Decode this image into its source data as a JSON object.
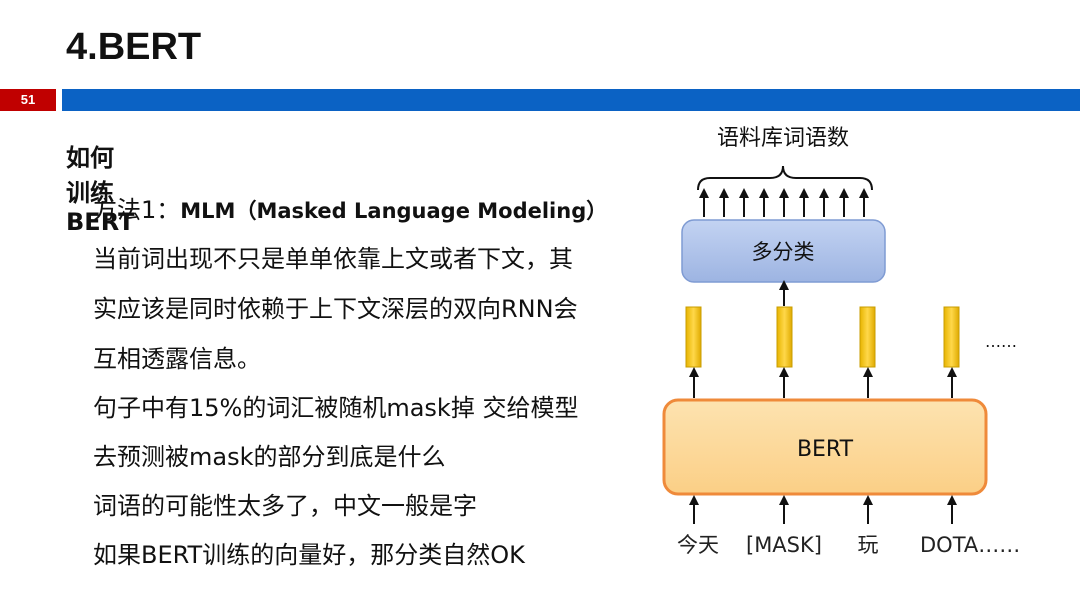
{
  "slide": {
    "title": "4.BERT",
    "page_number": "51"
  },
  "body": {
    "heading": "如何训练BERT",
    "method_prefix": "方法1：",
    "method_name": "MLM（Masked Language Modeling）",
    "lines": [
      "当前词出现不只是单单依靠上文或者下文，其",
      "实应该是同时依赖于上下文深层的双向RNN会",
      "互相透露信息。",
      "句子中有15%的词汇被随机mask掉 交给模型",
      "去预测被mask的部分到底是什么",
      "词语的可能性太多了，中文一般是字",
      "如果BERT训练的向量好，那分类自然OK"
    ]
  },
  "diagram": {
    "vocab_label": "语料库词语数",
    "classifier_label": "多分类",
    "model_label": "BERT",
    "ellipsis": "……",
    "inputs": [
      "今天",
      "[MASK]",
      "玩",
      "DOTA……"
    ],
    "colors": {
      "classifier_fill": "#a9bfe8",
      "classifier_stroke": "#6f8fcf",
      "bert_fill": "#fcd89a",
      "bert_stroke": "#ef8a3a",
      "vector_fill": "#f2c21b",
      "vector_stroke": "#caa000"
    }
  }
}
